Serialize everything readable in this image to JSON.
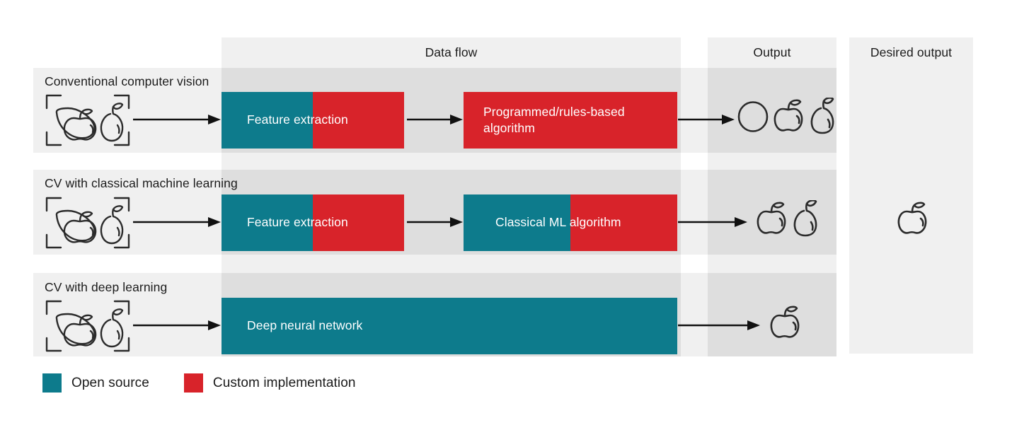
{
  "columns": {
    "dataflow": {
      "title": "Data flow"
    },
    "output": {
      "title": "Output"
    },
    "desired": {
      "title": "Desired output"
    }
  },
  "colors": {
    "open_source": "#0d7b8c",
    "custom_implementation": "#d8232a",
    "row_band": "#f0f0f0",
    "dataflow_band": "#dedede",
    "text": "#1b1b1b",
    "icon_stroke": "#2b2b2b"
  },
  "rows": [
    {
      "label": "Conventional computer vision",
      "input_icon": "fruit-bracket-icon",
      "boxes": [
        {
          "label": "Feature extraction",
          "teal_pct": 50,
          "red_pct": 50
        },
        {
          "label": "Programmed/rules-based algorithm",
          "teal_pct": 0,
          "red_pct": 100
        }
      ],
      "outputs": [
        "circle-icon",
        "apple-icon",
        "pear-icon"
      ]
    },
    {
      "label": "CV with classical machine learning",
      "input_icon": "fruit-bracket-icon",
      "boxes": [
        {
          "label": "Feature extraction",
          "teal_pct": 50,
          "red_pct": 50
        },
        {
          "label": "Classical ML algorithm",
          "teal_pct": 50,
          "red_pct": 50
        }
      ],
      "outputs": [
        "apple-icon",
        "pear-icon"
      ]
    },
    {
      "label": "CV with deep learning",
      "input_icon": "fruit-bracket-icon",
      "boxes": [
        {
          "label": "Deep neural network",
          "teal_pct": 100,
          "red_pct": 0
        }
      ],
      "outputs": [
        "apple-icon"
      ]
    }
  ],
  "desired_output": {
    "icon": "apple-icon"
  },
  "legend": [
    {
      "label": "Open source",
      "color": "#0d7b8c",
      "swatch": "teal-swatch"
    },
    {
      "label": "Custom implementation",
      "color": "#d8232a",
      "swatch": "red-swatch"
    }
  ]
}
